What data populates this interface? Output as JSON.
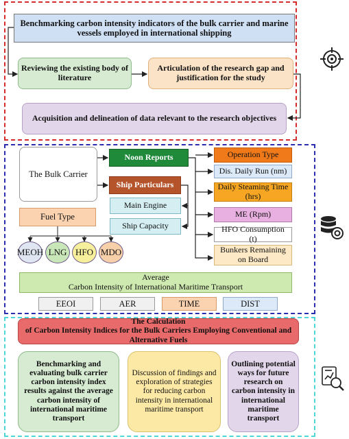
{
  "section1": {
    "title": "Benchmarking carbon intensity indicators of the bulk carrier and marine vessels employed in international shipping",
    "review": "Reviewing the existing body of literature",
    "gap": "Articulation of the research gap and justification for the study",
    "data": "Acquisition and delineation of data relevant to the research objectives"
  },
  "section2": {
    "bulk_carrier": "The Bulk Carrier",
    "noon_reports": "Noon Reports",
    "ship_particulars": "Ship Particulars",
    "main_engine": "Main Engine",
    "ship_capacity": "Ship Capacity",
    "fuel_type": "Fuel Type",
    "fuels": [
      "MEOH",
      "LNG",
      "HFO",
      "MDO"
    ],
    "params": [
      "Operation Type",
      "Dis. Daily Run (nm)",
      "Daily Steaming Time (hrs)",
      "ME (Rpm)",
      "HFO Consumption (t)",
      "Bunkers Remaining on Board"
    ],
    "average_line1": "Average",
    "average_line2": "Carbon Intensity of International Maritime Transport",
    "metrics": [
      "EEOI",
      "AER",
      "TIME",
      "DIST"
    ]
  },
  "section3": {
    "calc_line1": "The Calculation",
    "calc_line2": "of Carbon Intensity Indices for the Bulk Carriers Employing Conventional and Alternative Fuels",
    "out1": "Benchmarking and evaluating bulk carrier carbon intensity index results against the average carbon intensity of international maritime transport",
    "out2": "Discussion of findings and exploration of strategies for reducing carbon intensity in international maritime transport",
    "out3": "Outlining potential ways for future research on carbon intensity in international maritime transport"
  },
  "icons": [
    "target-icon",
    "database-icon",
    "report-search-icon"
  ],
  "colors": {
    "section1_border": "#d62b2b",
    "section2_border": "#2b2bb0",
    "section3_border": "#4dd6d6",
    "noon_green": "#1f8a3a",
    "particulars_brown": "#b5532a",
    "param_orange": "#f07a1a",
    "param_blue": "#dce9f8"
  }
}
